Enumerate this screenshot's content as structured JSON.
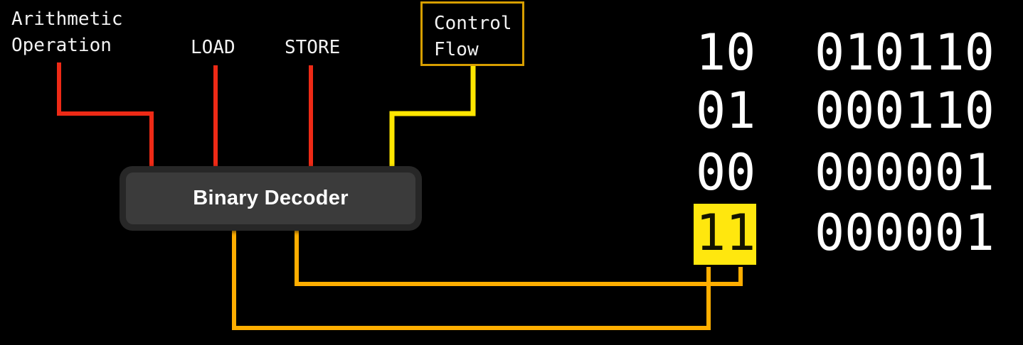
{
  "diagram": {
    "title_hint": "binary decoder instruction diagram",
    "inputs": [
      {
        "label": "Arithmetic\nOperation",
        "wire_color": "#ee2a16"
      },
      {
        "label": "LOAD",
        "wire_color": "#ee2a16"
      },
      {
        "label": "STORE",
        "wire_color": "#ee2a16"
      },
      {
        "label": "Control\nFlow",
        "wire_color": "#ffe600",
        "boxed": true,
        "box_border_color": "#d79e00"
      }
    ],
    "decoder": {
      "label": "Binary Decoder",
      "outer_color": "#272727",
      "inner_color": "#3b3b3b"
    },
    "outputs": {
      "wire_color": "#ffae00"
    },
    "truth_table": {
      "rows": [
        {
          "code": "10",
          "bits": "010110",
          "highlighted": false
        },
        {
          "code": "01",
          "bits": "000110",
          "highlighted": false
        },
        {
          "code": "00",
          "bits": "000001",
          "highlighted": false
        },
        {
          "code": "11",
          "bits": "000001",
          "highlighted": true
        }
      ],
      "highlight_color": "#ffe70e",
      "text_color": "#ffffff"
    },
    "colors": {
      "background": "#000000",
      "label_text": "#f2f2f2",
      "red_wire": "#ee2a16",
      "yellow_wire": "#ffe600",
      "orange_wire": "#ffae00",
      "control_flow_border": "#d79e00"
    }
  }
}
